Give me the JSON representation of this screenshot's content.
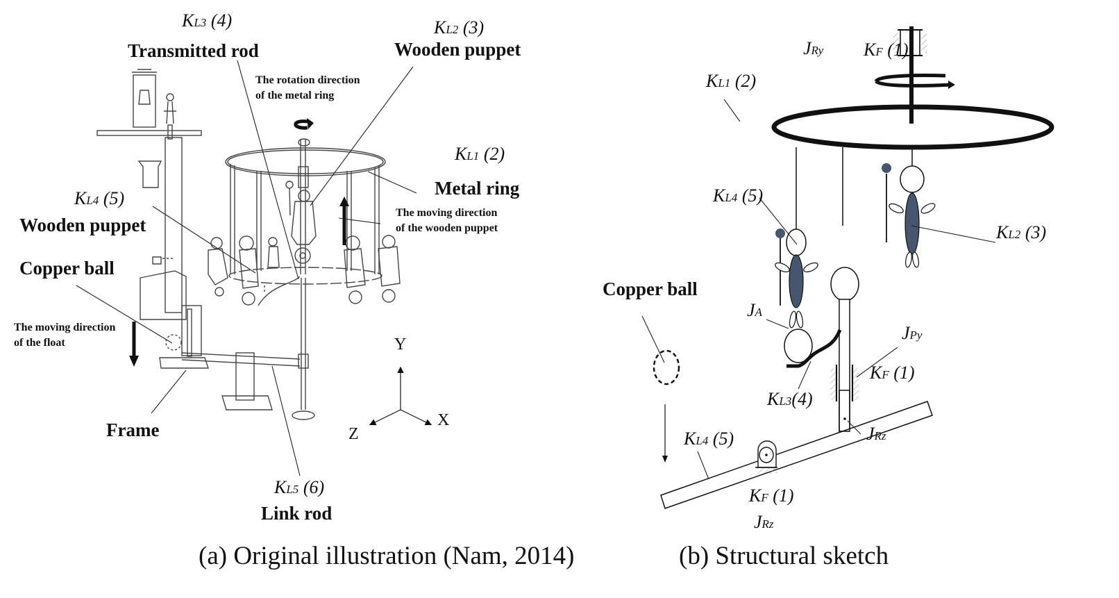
{
  "panel_a": {
    "caption": "(a) Original illustration (Nam, 2014)",
    "labels": {
      "kl3": {
        "main": "K",
        "sub": "L3",
        "num": " (4)",
        "name": "Transmitted rod"
      },
      "kl2": {
        "main": "K",
        "sub": "L2",
        "num": " (3)",
        "name": "Wooden puppet"
      },
      "kl1": {
        "main": "K",
        "sub": "L1",
        "num": " (2)",
        "name": "Metal ring"
      },
      "kl4": {
        "main": "K",
        "sub": "L4",
        "num": " (5)",
        "name": "Wooden puppet"
      },
      "kl5": {
        "main": "K",
        "sub": "L5",
        "num": " (6)",
        "name": "Link rod"
      },
      "copper_ball": "Copper ball",
      "frame": "Frame"
    },
    "annotations": {
      "ring_rotation_1": "The rotation direction",
      "ring_rotation_2": "of the metal ring",
      "puppet_moving_1": "The moving direction",
      "puppet_moving_2": "of the wooden puppet",
      "float_moving_1": "The moving direction",
      "float_moving_2": "of the float"
    },
    "axes": {
      "y": "Y",
      "x": "X",
      "z": "Z"
    }
  },
  "panel_b": {
    "caption": "(b) Structural sketch",
    "labels": {
      "jry": {
        "main": "J",
        "sub": "Ry"
      },
      "kf_top": {
        "main": "K",
        "sub": "F",
        "num": " (1)"
      },
      "kl1": {
        "main": "K",
        "sub": "L1",
        "num": " (2)"
      },
      "kl4_top": {
        "main": "K",
        "sub": "L4",
        "num": " (5)"
      },
      "kl2": {
        "main": "K",
        "sub": "L2",
        "num": " (3)"
      },
      "ja": {
        "main": "J",
        "sub": "A"
      },
      "jpy": {
        "main": "J",
        "sub": "Py"
      },
      "kf_mid": {
        "main": "K",
        "sub": "F",
        "num": " (1)"
      },
      "kl3": {
        "main": "K",
        "sub": "L3",
        "num": "(4)"
      },
      "jrz_right": {
        "main": "J",
        "sub": "Rz"
      },
      "kl4_bottom": {
        "main": "K",
        "sub": "L4",
        "num": " (5)"
      },
      "kf_bottom": {
        "main": "K",
        "sub": "F",
        "num": " (1)"
      },
      "jrz_bottom": {
        "main": "J",
        "sub": "Rz"
      },
      "copper_ball": "Copper ball"
    },
    "colors": {
      "puppet_body": "#46566e"
    }
  }
}
